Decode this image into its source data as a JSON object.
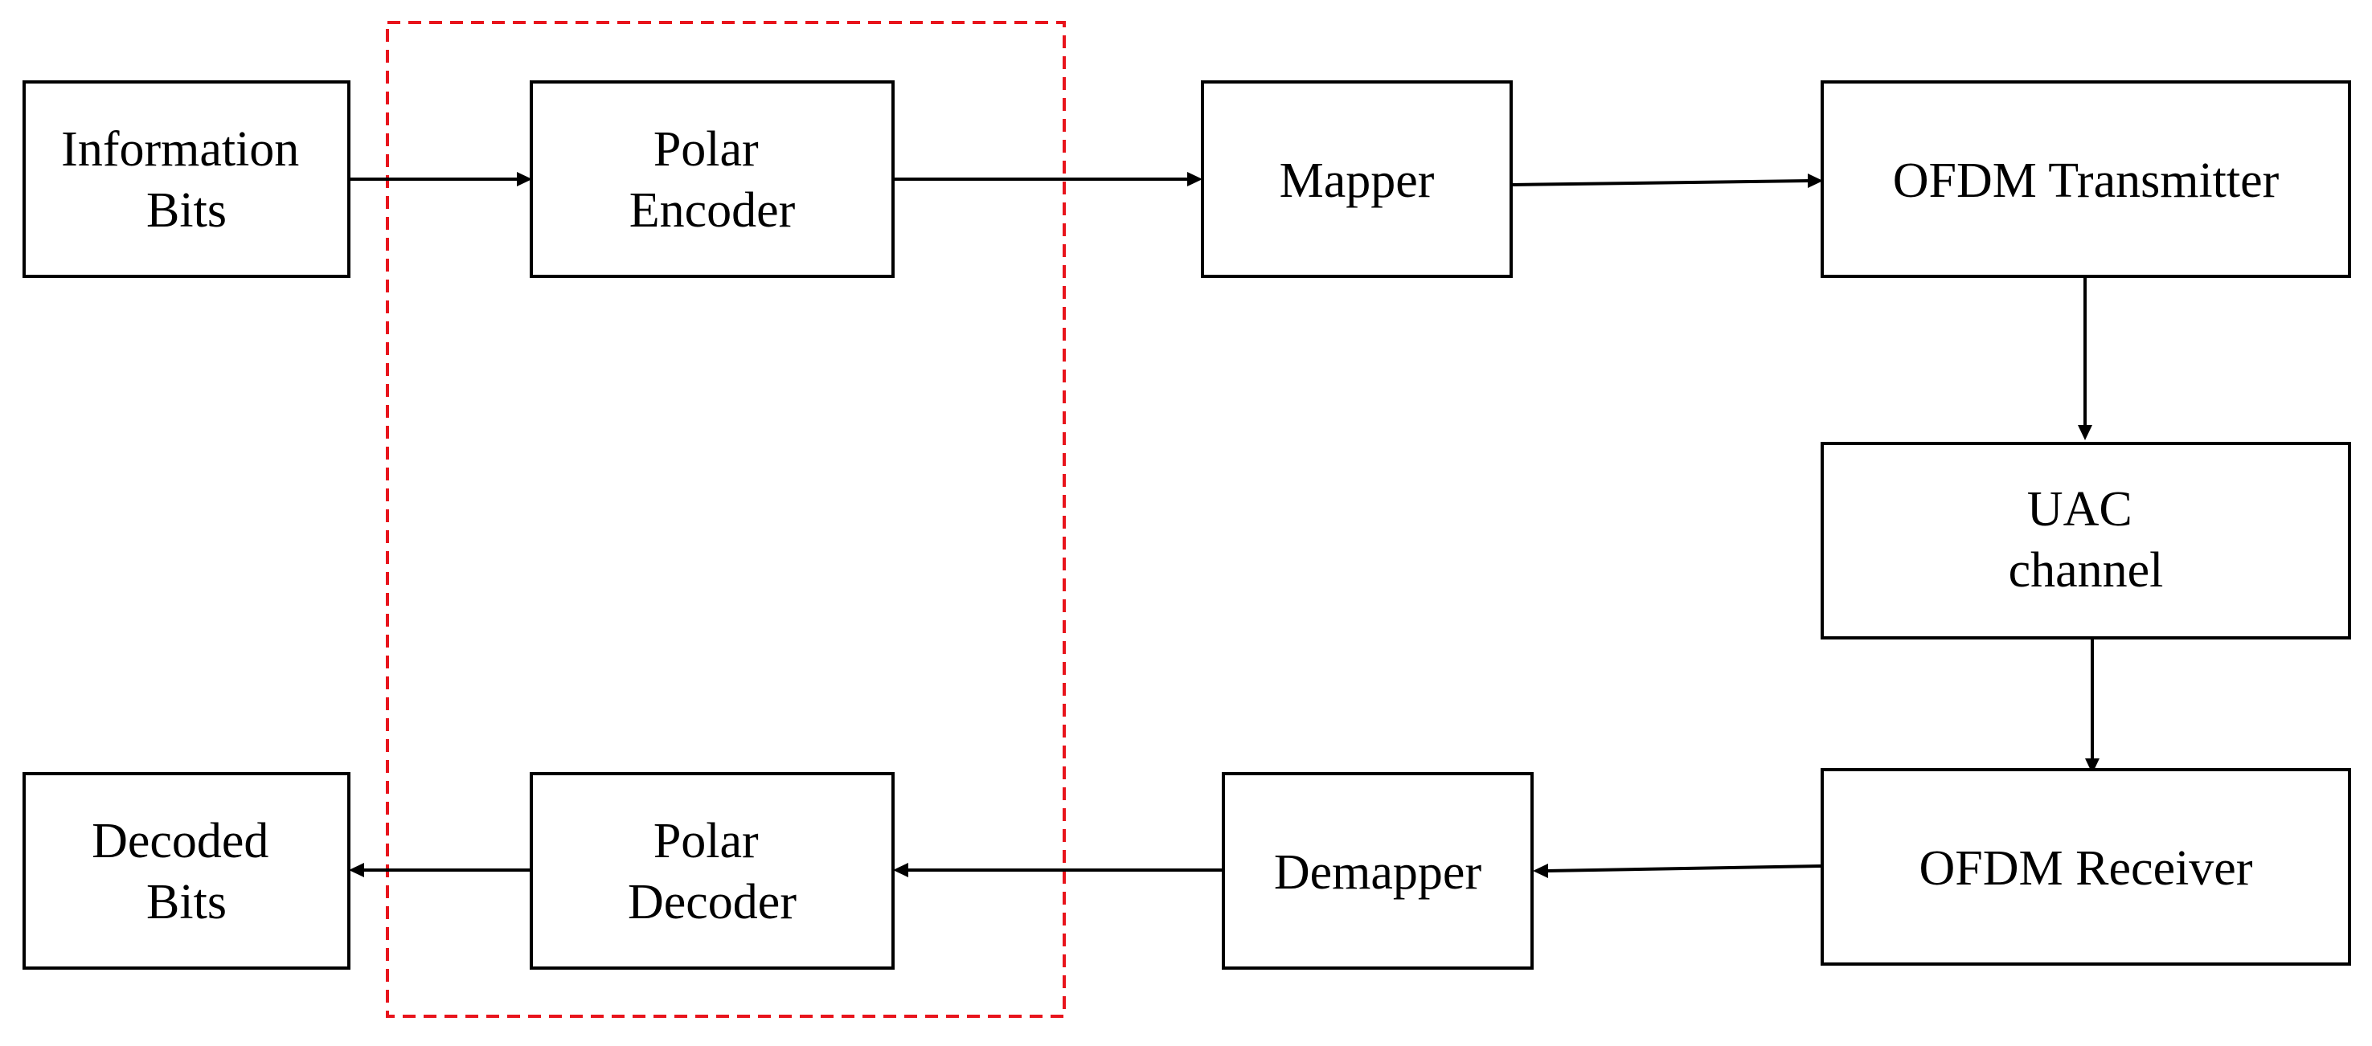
{
  "blocks": {
    "information_bits": {
      "lines": [
        "Information",
        "Bits"
      ]
    },
    "polar_encoder": {
      "lines": [
        "Polar",
        "Encoder"
      ]
    },
    "mapper": {
      "lines": [
        "Mapper"
      ]
    },
    "ofdm_transmitter": {
      "lines": [
        "OFDM Transmitter"
      ]
    },
    "uac_channel": {
      "lines": [
        "UAC",
        "channel"
      ]
    },
    "ofdm_receiver": {
      "lines": [
        "OFDM Receiver"
      ]
    },
    "demapper": {
      "lines": [
        "Demapper"
      ]
    },
    "polar_decoder": {
      "lines": [
        "Polar",
        "Decoder"
      ]
    },
    "decoded_bits": {
      "lines": [
        "Decoded",
        "Bits"
      ]
    }
  },
  "colors": {
    "block_stroke": "#000000",
    "arrow": "#000000",
    "highlight_dashed_box": "#e8141c",
    "background": "#ffffff"
  }
}
